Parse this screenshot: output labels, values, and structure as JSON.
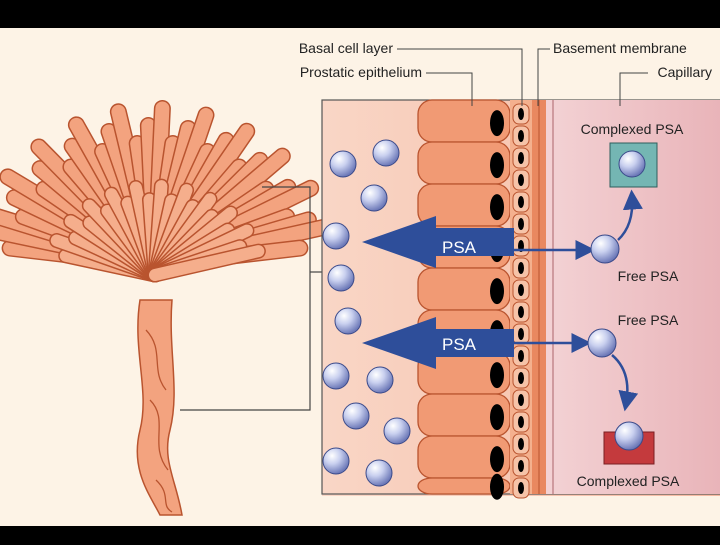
{
  "labels": {
    "basal_cell_layer": "Basal cell layer",
    "prostatic_epithelium": "Prostatic epithelium",
    "basement_membrane": "Basement membrane",
    "capillary": "Capillary",
    "complexed_psa_top": "Complexed PSA",
    "free_psa_top": "Free PSA",
    "free_psa_bottom": "Free PSA",
    "complexed_psa_bottom": "Complexed PSA",
    "arrow_psa_top": "PSA",
    "arrow_psa_bottom": "PSA"
  },
  "colors": {
    "frame": "#000000",
    "background": "#fdf3e6",
    "lumen": "#f8c8b4",
    "epithelial_cell": "#f19a74",
    "cell_border": "#b9542f",
    "nucleus": "#000000",
    "capillary": "#eec2c6",
    "psa_arrow": "#2e4e9a",
    "psa_molecule": "#b9c2e6",
    "complex_top": "#74b6b3",
    "complex_bottom": "#c43a3d",
    "gland": "#f3a37f"
  }
}
